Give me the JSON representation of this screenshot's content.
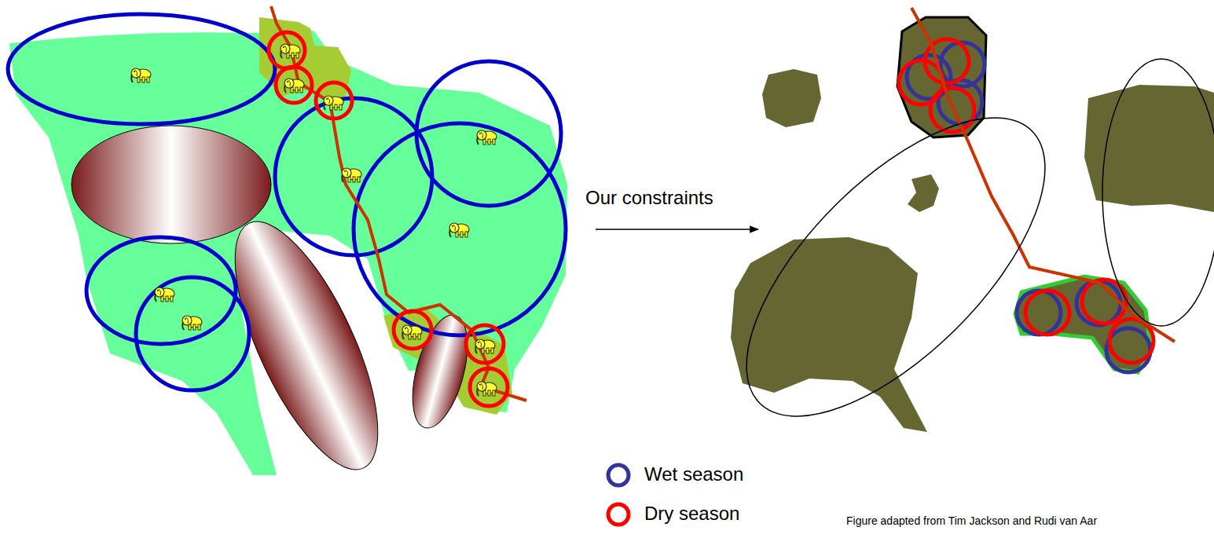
{
  "diagram": {
    "caption": "Figure adapted from Tim Jackson and Rudi van Aar",
    "labels": [
      "Our constraints"
    ],
    "legend": [
      {
        "text": "Wet season",
        "color": "#333399"
      },
      {
        "text": "Dry season",
        "color": "#ff0000"
      }
    ]
  }
}
